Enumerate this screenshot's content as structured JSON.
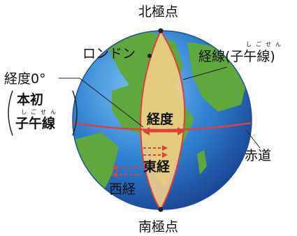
{
  "labels": {
    "north_pole": "北極点",
    "south_pole": "南極点",
    "london": "ロンドン",
    "meridian": "経線(子午線)",
    "meridian_ruby": "しごせん",
    "longitude_zero": "経度0°",
    "prime_meridian_line1": "本初",
    "prime_meridian_line2": "子午線",
    "prime_meridian_ruby": "しごせん",
    "longitude": "経度",
    "equator": "赤道",
    "east_longitude": "東経",
    "west_longitude": "西経"
  },
  "colors": {
    "ocean": "#2f7fcf",
    "land": "#5fa83d",
    "meridian_highlight": "#f7d089",
    "red_lines": "#e0403c"
  }
}
